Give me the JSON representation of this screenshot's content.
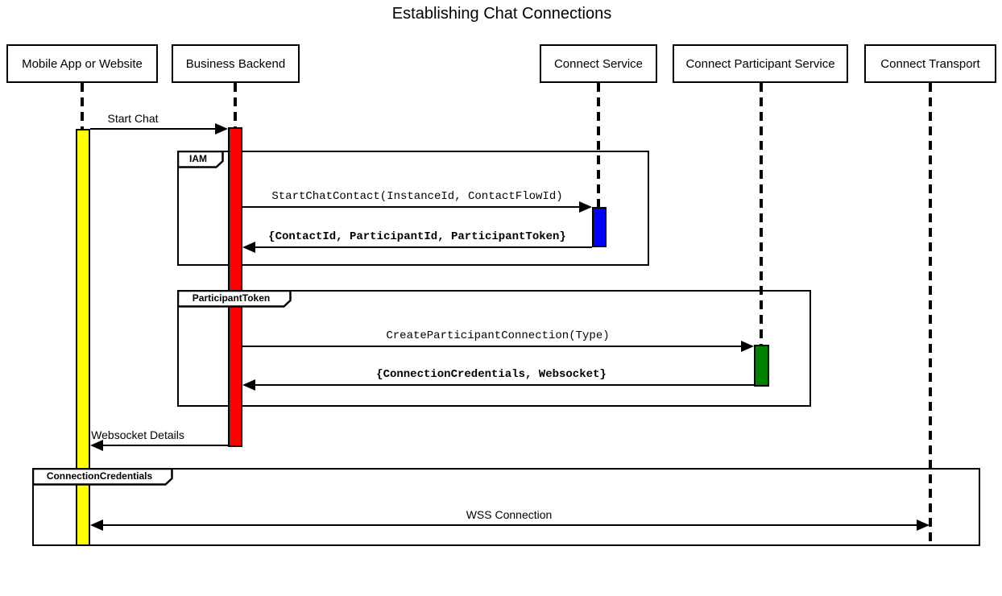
{
  "title": "Establishing Chat Connections",
  "actors": [
    {
      "label": "Mobile App or Website"
    },
    {
      "label": "Business Backend"
    },
    {
      "label": "Connect Service"
    },
    {
      "label": "Connect Participant Service"
    },
    {
      "label": "Connect Transport"
    }
  ],
  "frames": [
    {
      "label": "IAM"
    },
    {
      "label": "ParticipantToken"
    },
    {
      "label": "ConnectionCredentials"
    }
  ],
  "messages": [
    {
      "label": "Start Chat",
      "from": "Mobile App or Website",
      "to": "Business Backend"
    },
    {
      "label": "StartChatContact(InstanceId, ContactFlowId)",
      "from": "Business Backend",
      "to": "Connect Service"
    },
    {
      "label": "{ContactId, ParticipantId, ParticipantToken}",
      "from": "Connect Service",
      "to": "Business Backend"
    },
    {
      "label": "CreateParticipantConnection(Type)",
      "from": "Business Backend",
      "to": "Connect Participant Service"
    },
    {
      "label": "{ConnectionCredentials, Websocket}",
      "from": "Connect Participant Service",
      "to": "Business Backend"
    },
    {
      "label": "Websocket Details",
      "from": "Business Backend",
      "to": "Mobile App or Website"
    },
    {
      "label": "WSS Connection",
      "from": "Mobile App or Website",
      "to": "Connect Transport"
    }
  ],
  "colors": {
    "activation_yellow": "#FFFF00",
    "activation_red": "#FF0000",
    "activation_blue": "#0000FF",
    "activation_green": "#008000",
    "line_black": "#000000"
  }
}
